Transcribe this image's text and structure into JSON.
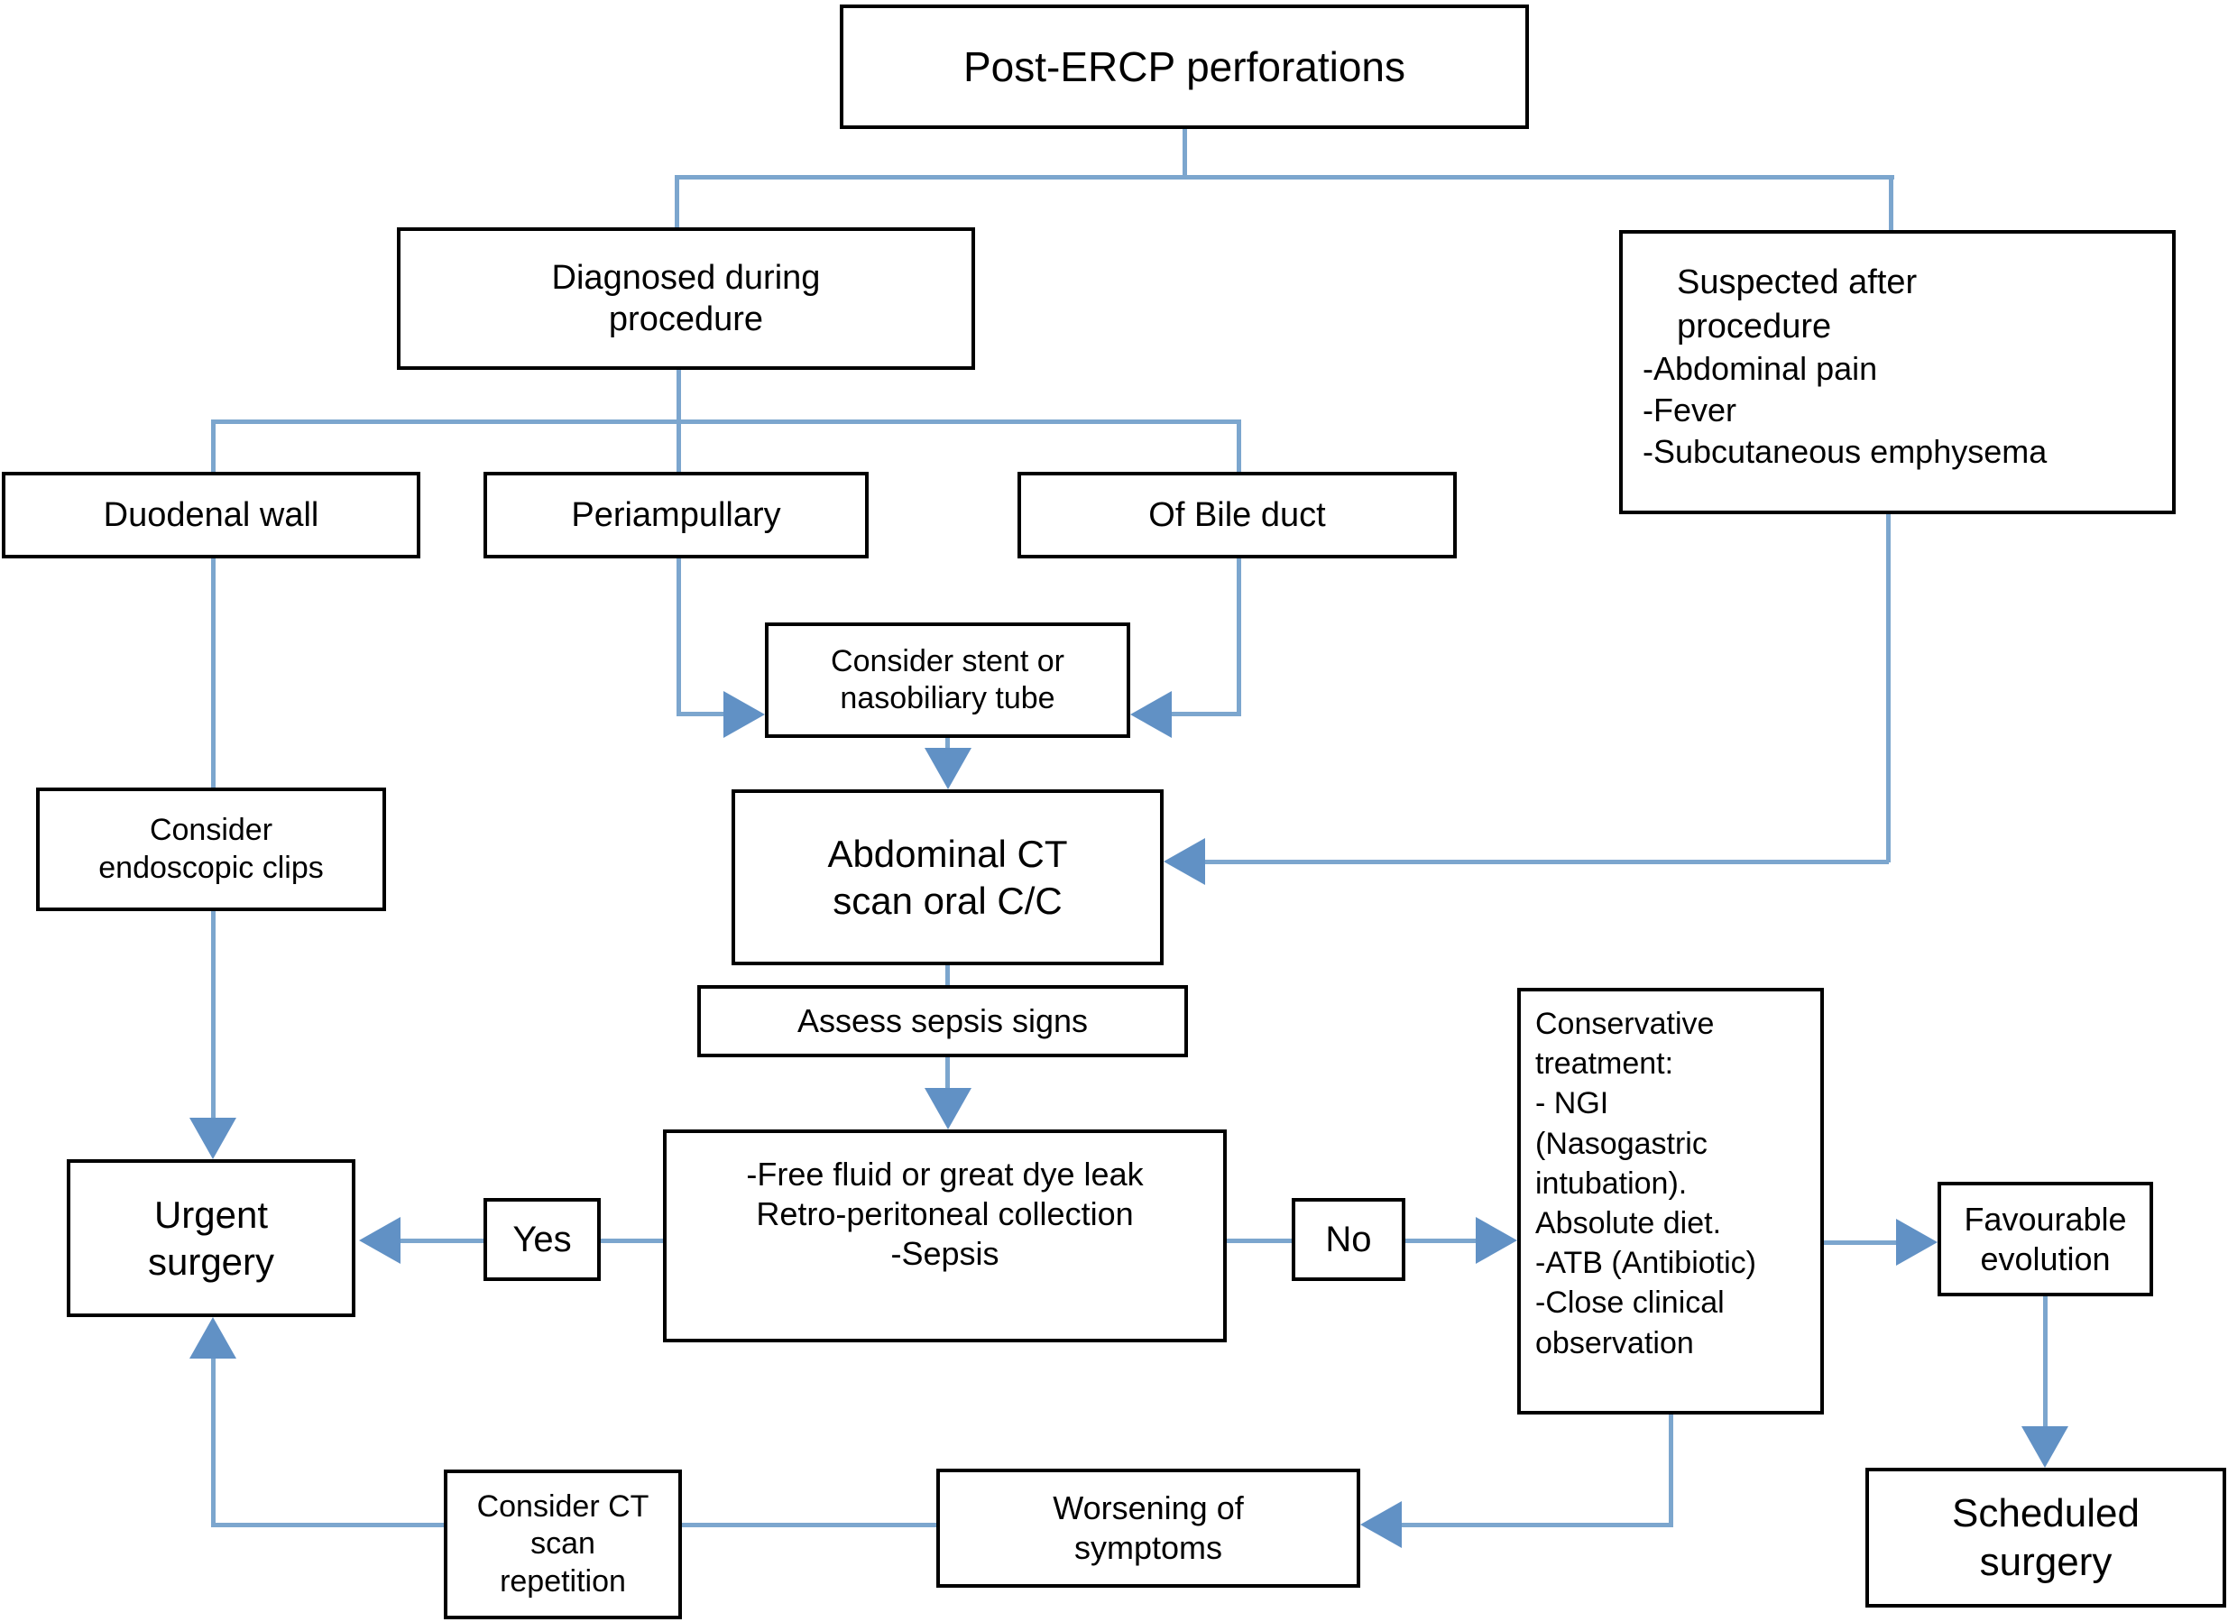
{
  "title": "Post-ERCP perforations",
  "colors": {
    "background": "#ffffff",
    "box_border": "#000000",
    "line": "#7ca6ce",
    "arrow": "#6191c5",
    "text": "#000000"
  },
  "nodes": {
    "post_ercp": {
      "label": "Post-ERCP perforations"
    },
    "diagnosed": {
      "label": "Diagnosed during\nprocedure"
    },
    "suspected": {
      "title": "Suspected after\nprocedure",
      "items": [
        "-Abdominal pain",
        "-Fever",
        "-Subcutaneous emphysema"
      ]
    },
    "duodenal_wall": {
      "label": "Duodenal wall"
    },
    "periampullary": {
      "label": "Periampullary"
    },
    "of_bile_duct": {
      "label": "Of Bile duct"
    },
    "consider_stent": {
      "label": "Consider stent or\nnasobiliary tube"
    },
    "consider_clips": {
      "label": "Consider\nendoscopic clips"
    },
    "abdominal_ct": {
      "label": "Abdominal CT\nscan oral C/C"
    },
    "assess_sepsis": {
      "label": "Assess sepsis signs"
    },
    "criteria": {
      "label": "-Free fluid or great dye leak\nRetro-peritoneal collection\n-Sepsis"
    },
    "yes": {
      "label": "Yes"
    },
    "no": {
      "label": "No"
    },
    "urgent_surgery": {
      "label": "Urgent\nsurgery"
    },
    "conservative": {
      "label": "Conservative\ntreatment:\n- NGI\n(Nasogastric\nintubation).\nAbsolute diet.\n-ATB (Antibiotic)\n-Close clinical\nobservation"
    },
    "favourable": {
      "label": "Favourable\nevolution"
    },
    "worsening": {
      "label": "Worsening of\nsymptoms"
    },
    "consider_ct_repetition": {
      "label": "Consider CT\nscan\nrepetition"
    },
    "scheduled_surgery": {
      "label": "Scheduled\nsurgery"
    }
  },
  "edges": [
    {
      "from": "post_ercp",
      "to": "diagnosed",
      "arrow": false
    },
    {
      "from": "post_ercp",
      "to": "suspected",
      "arrow": false
    },
    {
      "from": "diagnosed",
      "to": "duodenal_wall",
      "arrow": false
    },
    {
      "from": "diagnosed",
      "to": "periampullary",
      "arrow": false
    },
    {
      "from": "diagnosed",
      "to": "of_bile_duct",
      "arrow": false
    },
    {
      "from": "duodenal_wall",
      "to": "urgent_surgery",
      "via": "consider_clips",
      "arrow": true
    },
    {
      "from": "periampullary",
      "to": "consider_stent",
      "arrow": true
    },
    {
      "from": "of_bile_duct",
      "to": "consider_stent",
      "arrow": true
    },
    {
      "from": "consider_stent",
      "to": "abdominal_ct",
      "arrow": true
    },
    {
      "from": "suspected",
      "to": "abdominal_ct",
      "arrow": true
    },
    {
      "from": "abdominal_ct",
      "to": "assess_sepsis",
      "arrow": false
    },
    {
      "from": "assess_sepsis",
      "to": "criteria",
      "arrow": true
    },
    {
      "from": "criteria",
      "to": "yes",
      "arrow": false
    },
    {
      "from": "yes",
      "to": "urgent_surgery",
      "arrow": true
    },
    {
      "from": "criteria",
      "to": "no",
      "arrow": false
    },
    {
      "from": "no",
      "to": "conservative",
      "arrow": true
    },
    {
      "from": "conservative",
      "to": "favourable",
      "arrow": true
    },
    {
      "from": "favourable",
      "to": "scheduled_surgery",
      "arrow": true
    },
    {
      "from": "conservative",
      "to": "worsening",
      "arrow": true
    },
    {
      "from": "worsening",
      "to": "urgent_surgery",
      "via": "consider_ct_repetition",
      "arrow": true
    }
  ]
}
